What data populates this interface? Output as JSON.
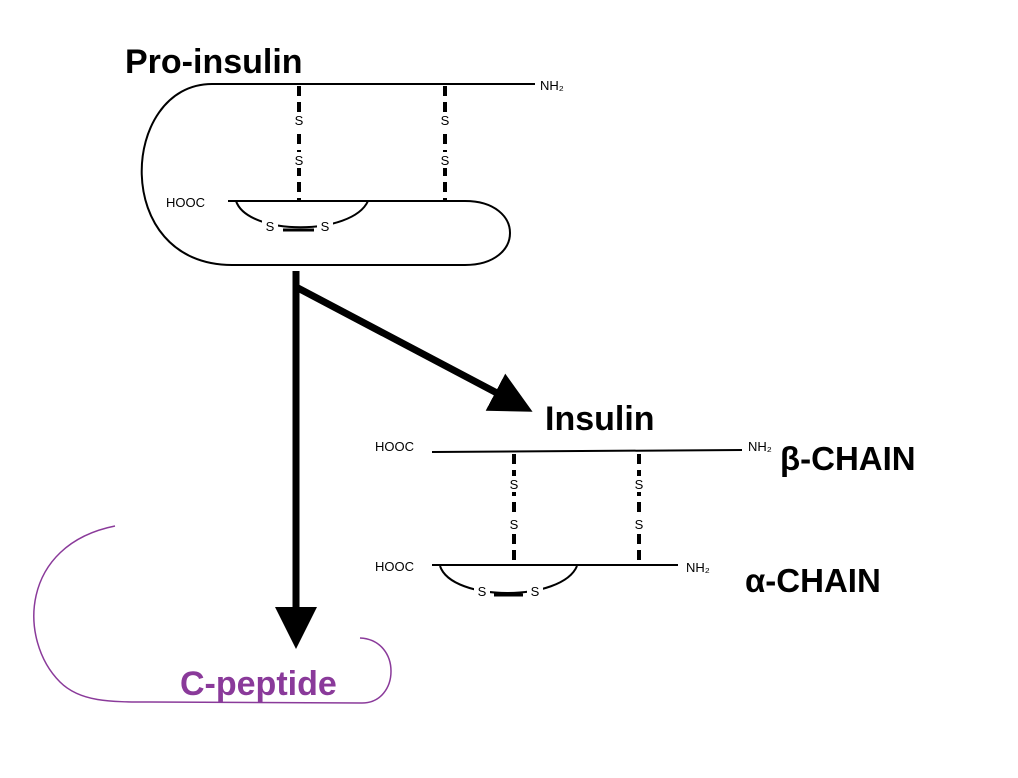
{
  "proinsulin": {
    "title": "Pro-insulin",
    "nh2": "NH₂",
    "hooc": "HOOC",
    "sulfur": "S"
  },
  "insulin": {
    "title": "Insulin",
    "beta": {
      "hooc": "HOOC",
      "nh2": "NH₂",
      "label": "β-CHAIN"
    },
    "alpha": {
      "hooc": "HOOC",
      "nh2": "NH₂",
      "label": "α-CHAIN"
    },
    "sulfur": "S"
  },
  "cpeptide": {
    "label": "C-peptide",
    "color": "#8a3a9a"
  }
}
